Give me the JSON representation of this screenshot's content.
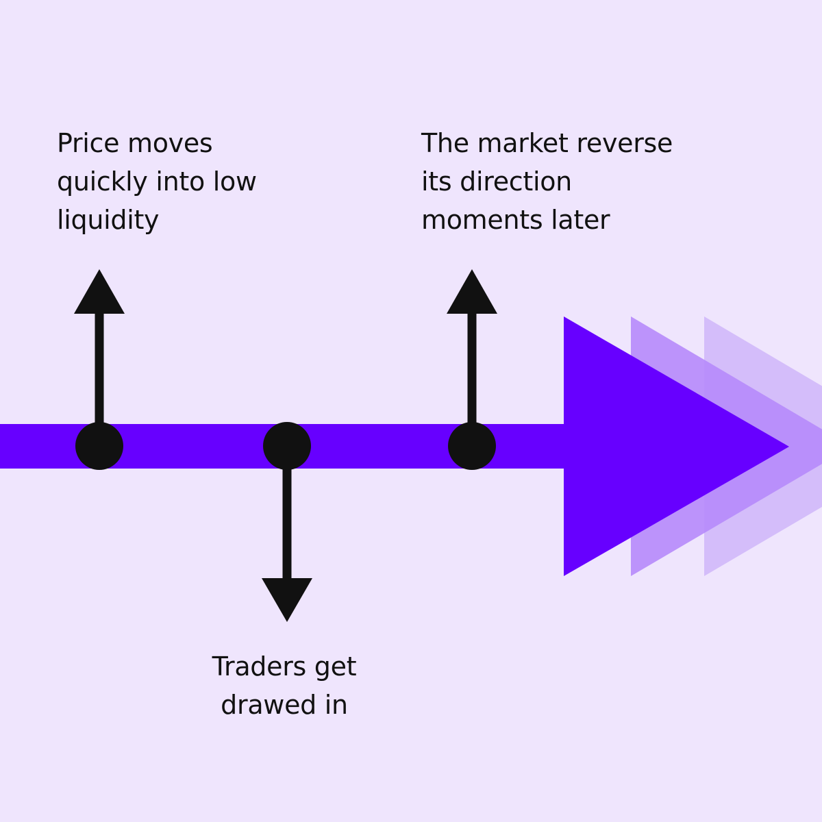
{
  "diagram": {
    "type": "timeline",
    "colors": {
      "background": "#EFE5FD",
      "timeline": "#6700FF",
      "chevron_mid": "#B68AFB",
      "chevron_light": "#D4BDFA",
      "markers": "#111111"
    },
    "events": [
      {
        "direction": "up",
        "label_lines": [
          "Price moves",
          "quickly into low",
          "liquidity"
        ]
      },
      {
        "direction": "down",
        "label_lines": [
          "Traders get",
          "drawed in"
        ]
      },
      {
        "direction": "up",
        "label_lines": [
          "The market reverse",
          "its direction",
          "moments later"
        ]
      }
    ]
  }
}
